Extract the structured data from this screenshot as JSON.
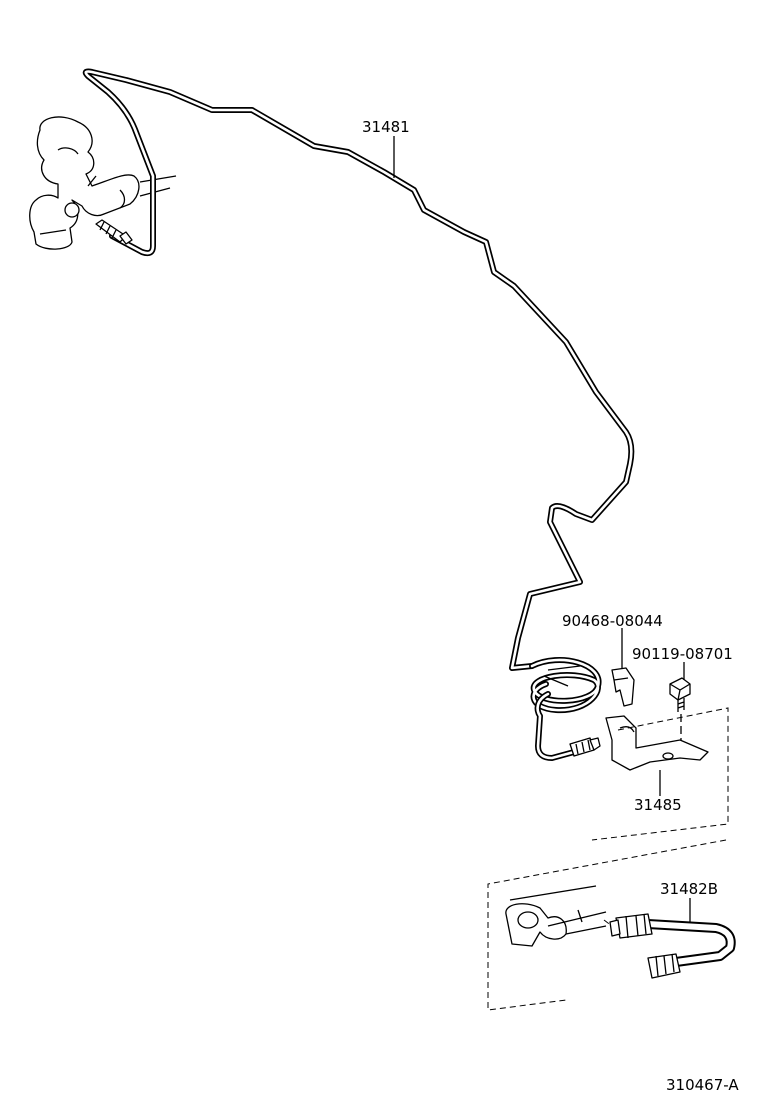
{
  "labels": {
    "brake_tube": "31481",
    "clip": "90468-08044",
    "bolt": "90119-08701",
    "bracket": "31485",
    "hose": "31482B",
    "figure_id": "310467-A"
  }
}
